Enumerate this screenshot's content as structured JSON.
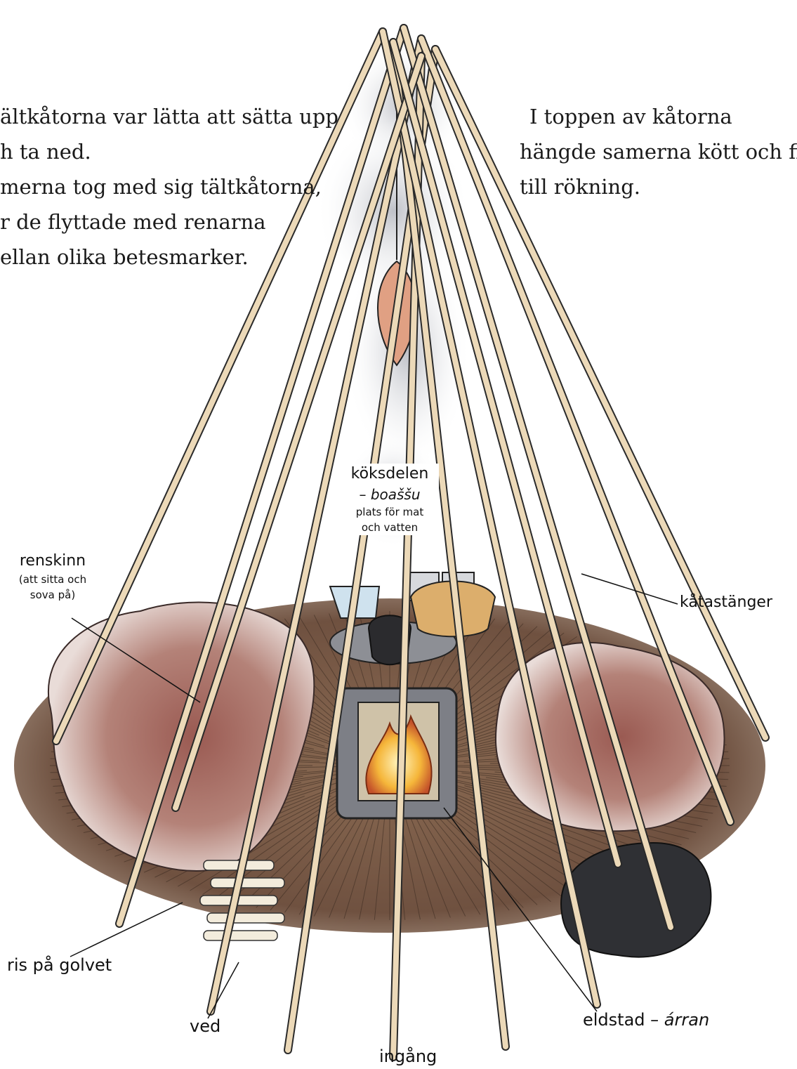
{
  "text_left": [
    "ältkåtorna var lätta att sätta upp",
    "h ta ned.",
    "merna tog med sig tältkåtorna,",
    "r de flyttade med renarna",
    "ellan olika betesmarker."
  ],
  "text_right": [
    "I toppen av kåtorna",
    "hängde samerna kött och fis",
    "till rökning."
  ],
  "labels": {
    "koksdelen": "köksdelen",
    "boassu_dash": "–",
    "boassu": "boaššu",
    "koksdelen_desc_1": "plats för mat",
    "koksdelen_desc_2": "och vatten",
    "renskinn": "renskinn",
    "renskinn_desc_1": "(att sitta och",
    "renskinn_desc_2": "sova på)",
    "katastanger": "kåtastänger",
    "ris": "ris på golvet",
    "ved": "ved",
    "eldstad": "eldstad –",
    "arran": "árran",
    "ingang": "ingång"
  },
  "colors": {
    "floor": "#7a5a44",
    "pole": "#ecd9b8",
    "pole_outline": "#2a2a2a",
    "skin": "#a8766c",
    "smoke": "#b9bcc4",
    "fire": "#f2b233"
  }
}
